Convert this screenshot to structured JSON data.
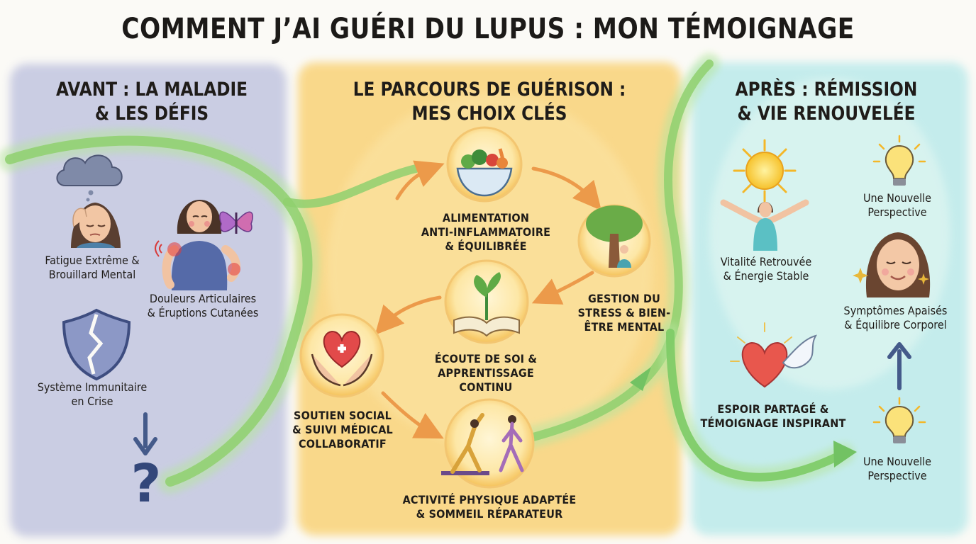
{
  "title": "COMMENT J’AI GUÉRI DU LUPUS : MON TÉMOIGNAGE",
  "colors": {
    "panel_before": "#c6c9e0",
    "panel_journey": "#f8d98a",
    "panel_after": "#c6ecec",
    "path_green": "#9bd37e",
    "arrow_orange": "#ec9a4a",
    "arrow_green": "#72c263",
    "arrow_navy": "#445a8a"
  },
  "sections": {
    "before": {
      "heading": "AVANT : LA MALADIE\n& LES DÉFIS",
      "items": {
        "fatigue": "Fatigue Extrême &\nBrouillard Mental",
        "pain": "Douleurs Articulaires\n& Éruptions Cutanées",
        "immune": "Système Immunitaire\nen Crise"
      },
      "question_mark": "?"
    },
    "journey": {
      "heading": "LE PARCOURS DE GUÉRISON :\nMES CHOIX CLÉS",
      "steps": {
        "diet": "ALIMENTATION\nANTI-INFLAMMATOIRE\n& ÉQUILIBRÉE",
        "stress": "GESTION DU\nSTRESS & BIEN-\nÊTRE MENTAL",
        "learning": "ÉCOUTE DE SOI &\nAPPRENTISSAGE\nCONTINU",
        "support": "SOUTIEN SOCIAL\n& SUIVI MÉDICAL\nCOLLABORATIF",
        "activity": "ACTIVITÉ PHYSIQUE ADAPTÉE\n& SOMMEIL RÉPARATEUR"
      }
    },
    "after": {
      "heading": "APRÈS : RÉMISSION\n& VIE RENOUVELÉE",
      "items": {
        "vitality": "Vitalité Retrouvée\n& Énergie Stable",
        "perspective_top": "Une Nouvelle\nPerspective",
        "symptoms": "Symptômes Apaisés\n& Équilibre Corporel",
        "hope": "ESPOIR PARTAGÉ &\nTÉMOIGNAGE INSPIRANT",
        "perspective_bottom": "Une Nouvelle\nPerspective"
      }
    }
  },
  "icons": [
    "cloud-icon",
    "tired-person-icon",
    "butterfly-icon",
    "joint-pain-person-icon",
    "broken-shield-icon",
    "down-arrow-icon",
    "salad-bowl-icon",
    "meditation-tree-icon",
    "plant-book-icon",
    "heart-hands-icon",
    "yoga-walk-icon",
    "sun-icon",
    "lightbulb-icon",
    "open-arms-person-icon",
    "smiling-face-icon",
    "heart-dove-icon",
    "up-arrow-icon"
  ]
}
